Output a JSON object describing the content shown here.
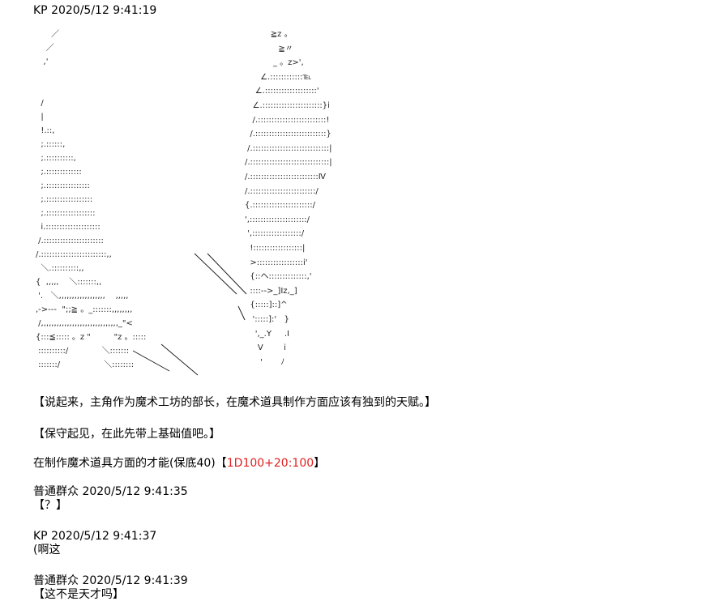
{
  "posts": [
    {
      "header": "KP 2020/5/12 9:41:19",
      "lines": [
        "【说起来，主角作为魔术工坊的部长，在魔术道具制作方面应该有独到的天赋。】",
        "【保守起见，在此先带上基础值吧。】"
      ],
      "roll_prefix": "在制作魔术道具方面的才能(保底40)【",
      "roll_value": "1D100+20:100",
      "roll_suffix": "】"
    },
    {
      "header": "普通群众 2020/5/12 9:41:35",
      "lines": [
        "【？】"
      ]
    },
    {
      "header": "KP 2020/5/12 9:41:37",
      "lines": [
        "(啊这"
      ]
    },
    {
      "header": "普通群众 2020/5/12 9:41:39",
      "lines": [
        "【这不是天才吗】"
      ]
    }
  ],
  "ascii_art": {
    "left": [
      "      ／",
      "    ／",
      "   ,'",
      "",
      "",
      "  /",
      "  |",
      "  !.::,",
      "  ;.::::::,",
      "  ;.::::::::::,",
      "  ;.:::::::::::::",
      "  ;.::::::::::::::::",
      "  ;.:::::::::::::::::",
      "  ;.::::::::::::::::::",
      "  i.::::::::::::::::::::",
      " /.::::::::::::::::::::::",
      "/.::::::::::::::::::::::::,,",
      "  ＼.::::::::::,,",
      "{  ,,,,,    ＼:::::::,,",
      " '.   ＼,,,,,,,,,,,,,,,,,,    ,,,,,",
      ",->---  \";;≧ 。_:::::::,,,,,,,,",
      " /,,,,,,,,,,,,,,,,,,,,,,,,,,,,,,_\"<",
      "{:::≦::::: 。z \"         \"z 。:::::",
      " ::::::::::/             ＼:::::::",
      " :::::::/                 ＼::::::::"
    ],
    "right": [
      "          ≧z 。",
      "             ≧〃",
      "           _ 。z>',",
      "      ∠.::::::::::::℡",
      "    ∠.:::::::::::::::::::'",
      "   ∠.::::::::::::::::::::::}i",
      "   /.:::::::::::::::::::::::::!",
      "  /.::::::::::::::::::::::::::}",
      " /.::::::::::::::::::::::::::::|",
      "/.:::::::::::::::::::::::::::::|",
      "/.:::::::::::::::::::::::::Ⅳ",
      "/.::::::::::::::::::::::::/",
      "{.::::::::::::::::::::::/",
      "',:::::::::::::::::::::/",
      " ',::::::::::::::::::/",
      "  !::::::::::::::::::|",
      "  >:::::::::::::::::i'",
      "  {::ヘ::::::::::::::,'",
      "  ::::-->_]Iz,_]",
      "  {:::::]::]^",
      "   ':::::]:'   }",
      "    ',_.Y     .I",
      "     V        i",
      "      '       ﾉ"
    ]
  }
}
